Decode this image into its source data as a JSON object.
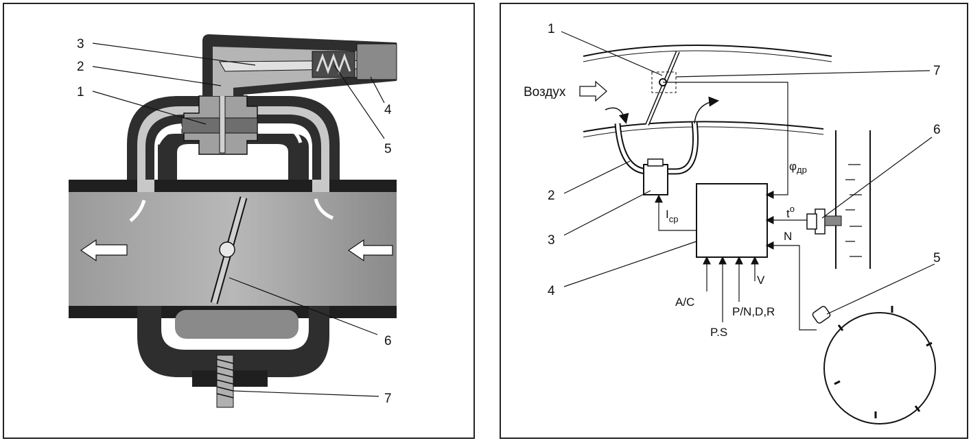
{
  "left_diagram": {
    "callouts": [
      "1",
      "2",
      "3",
      "4",
      "5",
      "6",
      "7"
    ]
  },
  "right_diagram": {
    "callouts": [
      "1",
      "2",
      "3",
      "4",
      "5",
      "6",
      "7"
    ],
    "air_label": "Воздух",
    "signals": {
      "phi_main": "φ",
      "phi_sub": "др",
      "i_main": "I",
      "i_sub": "ср",
      "t_main": "t",
      "t_sup": "o",
      "n": "N",
      "v": "V",
      "ac": "A/C",
      "ps": "P.S",
      "pndr": "P/N,D,R"
    }
  },
  "colors": {
    "outline": "#111111",
    "body_dark": "#333333",
    "pipe_gray": "#8e8e8e",
    "channel_light": "#c8c8c8",
    "arrow_fill": "#ffffff"
  }
}
